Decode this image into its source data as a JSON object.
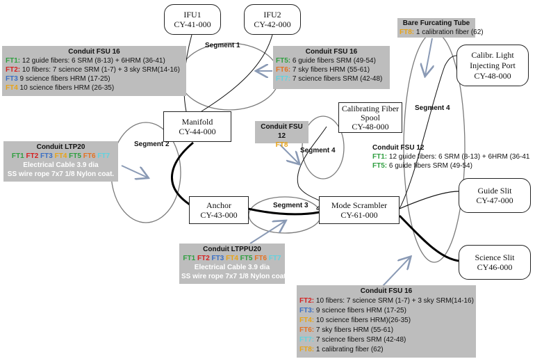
{
  "colors": {
    "FT1": "#2e9e3f",
    "FT2": "#d42020",
    "FT3": "#3a6fc4",
    "FT4": "#e8a317",
    "FT5": "#2e9e3f",
    "FT6": "#e37222",
    "FT7": "#5fd3e0",
    "FT8": "#e8a317",
    "box_bg": "#bdbdbd"
  },
  "nodes": {
    "ifu1": {
      "name": "IFU1",
      "code": "CY-41-000"
    },
    "ifu2": {
      "name": "IFU2",
      "code": "CY-42-000"
    },
    "manifold": {
      "name": "Manifold",
      "code": "CY-44-000"
    },
    "anchor": {
      "name": "Anchor",
      "code": "CY-43-000"
    },
    "mode_scrambler": {
      "name": "Mode Scrambler",
      "code": "CY-61-000"
    },
    "cal_spool": {
      "line1": "Calibrating Fiber",
      "line2": "Spool",
      "code": "CY-48-000"
    },
    "calibr_port": {
      "line1": "Calibr. Light",
      "line2": "Injecting Port",
      "code": "CY-48-000"
    },
    "guide_slit": {
      "name": "Guide Slit",
      "code": "CY-47-000"
    },
    "science_slit": {
      "name": "Science Slit",
      "code": "CY46-000"
    }
  },
  "segments": {
    "seg1": "Segment 1",
    "seg2": "Segment 2",
    "seg3": "Segment 3",
    "seg4a": "Segment 4",
    "seg4b": "Segment 4"
  },
  "conduit_fsu16_left": {
    "title": "Conduit FSU 16",
    "rows": [
      {
        "tag": "FT1:",
        "text": " 12 guide fibers: 6 SRM (8-13) + 6HRM (36-41)"
      },
      {
        "tag": "FT2:",
        "text": " 10 fibers: 7 science SRM (1-7) + 3 sky SRM(14-16)"
      },
      {
        "tag": "FT3",
        "text": " 9 science fibers HRM (17-25)"
      },
      {
        "tag": "FT4",
        "text": " 10 science fibers HRM (26-35)"
      }
    ]
  },
  "conduit_fsu16_right": {
    "title": "Conduit FSU 16",
    "rows": [
      {
        "tag": "FT5:",
        "text": " 6 guide fibers SRM (49-54)"
      },
      {
        "tag": "FT6:",
        "text": " 7 sky fibers HRM (55-61)"
      },
      {
        "tag": "FT7:",
        "text": " 7 science fibers SRM (42-48)"
      }
    ]
  },
  "bare_tube": {
    "title": "Bare Furcating Tube",
    "tag": "FT8:",
    "text": " 1 calibration fiber (62)"
  },
  "conduit_ltp20": {
    "title": "Conduit LTP20",
    "tags": [
      "FT1",
      "FT2",
      "FT3",
      "FT4",
      "FT5",
      "FT6",
      "FT7"
    ],
    "line1": "Electrical Cable  3.9 dia",
    "line2": "SS wire rope 7x7 1/8 Nylon coat."
  },
  "conduit_fsu12_ft8": {
    "title": "Conduit FSU 12",
    "tag": "FT8"
  },
  "conduit_fsu12_mid": {
    "title": "Conduit FSU 12",
    "rows": [
      {
        "tag": "FT1:",
        "text": " 12 guide fibers: 6 SRM (8-13) + 6HRM (36-41"
      },
      {
        "tag": "FT5:",
        "text": " 6 guide fibers SRM (49-54)"
      }
    ]
  },
  "conduit_ltppu20": {
    "title": "Conduit LTPPU20",
    "tags": [
      "FT1",
      "FT2",
      "FT3",
      "FT4",
      "FT5",
      "FT6",
      "FT7"
    ],
    "line1": "Electrical Cable 3.9 dia",
    "line2": "SS wire rope 7x7 1/8 Nylon coat."
  },
  "conduit_fsu16_bottom": {
    "title": "Conduit FSU 16",
    "rows": [
      {
        "tag": "FT2:",
        "text": " 10 fibers: 7 science SRM (1-7) + 3 sky SRM(14-16)"
      },
      {
        "tag": "FT3:",
        "text": " 9 science fibers HRM (17-25)"
      },
      {
        "tag": "FT4:",
        "text": " 10 science fibers HRM)(26-35)"
      },
      {
        "tag": "FT6:",
        "text": " 7 sky fibers HRM (55-61)"
      },
      {
        "tag": "FT7:",
        "text": " 7 science fibers SRM (42-48)"
      },
      {
        "tag": "FT8:",
        "text": " 1 calibrating fiber (62)"
      }
    ]
  }
}
